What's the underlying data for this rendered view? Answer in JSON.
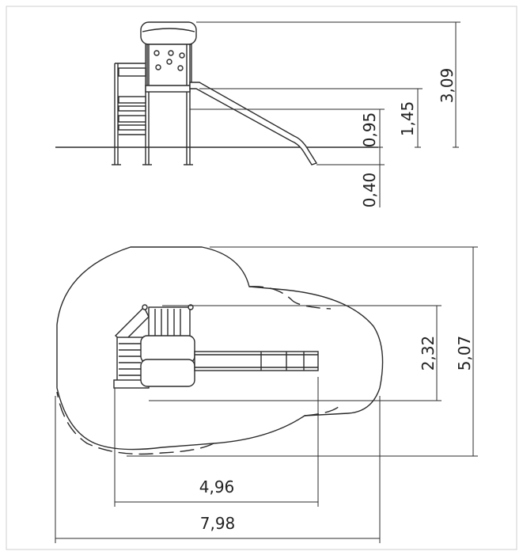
{
  "dimensions": {
    "side_total_height": "3,09",
    "side_platform_height": "1,45",
    "side_slide_exit_height": "0,95",
    "side_foundation_depth": "0,40",
    "plan_equipment_width": "2,32",
    "plan_area_width": "5,07",
    "plan_equipment_length": "4,96",
    "plan_area_length": "7,98"
  },
  "colors": {
    "line": "#2b2b2b",
    "frame": "#cfcfcf",
    "background": "#ffffff"
  }
}
